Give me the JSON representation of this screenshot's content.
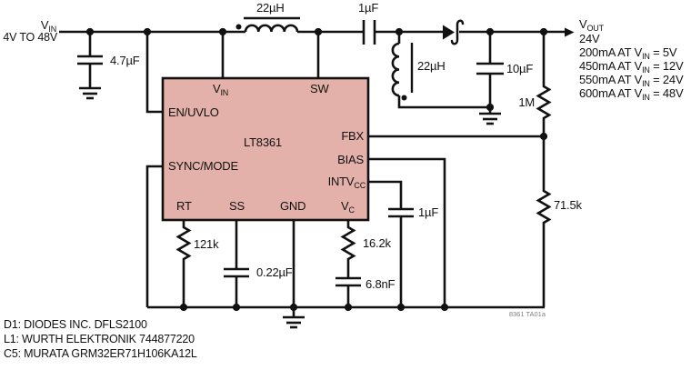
{
  "colors": {
    "ic_fill": "#e3b1a9",
    "wire": "#111111",
    "figure_text": "#808080"
  },
  "input": {
    "net": {
      "main": "V",
      "sub": "IN"
    },
    "range": "4V TO 48V"
  },
  "ic": {
    "name": "LT8361",
    "pins": {
      "vin": {
        "main": "V",
        "sub": "IN"
      },
      "sw": "SW",
      "en_uvlo": "EN/UVLO",
      "sync_mode": "SYNC/MODE",
      "fbx": "FBX",
      "bias": "BIAS",
      "intvcc": {
        "main": "INTV",
        "sub": "CC"
      },
      "rt": "RT",
      "ss": "SS",
      "gnd": "GND",
      "vc": {
        "main": "V",
        "sub": "C"
      }
    }
  },
  "components": {
    "input_cap": "4.7µF",
    "primary_inductor": "22µH",
    "coupling_cap": "1µF",
    "secondary_inductor": "22µH",
    "output_cap": "10µF",
    "fb_top_resistor": "1M",
    "fb_bottom_resistor": "71.5k",
    "rt_resistor": "121k",
    "ss_cap": "0.22µF",
    "vc_resistor": "16.2k",
    "vc_cap": "6.8nF",
    "intvcc_cap": "1µF"
  },
  "output": {
    "net": {
      "main": "V",
      "sub": "OUT"
    },
    "voltage": "24V",
    "specs": [
      {
        "pre": "200mA AT V",
        "sub": "IN",
        "post": " = 5V"
      },
      {
        "pre": "450mA AT V",
        "sub": "IN",
        "post": " = 12V"
      },
      {
        "pre": "550mA AT V",
        "sub": "IN",
        "post": " = 24V"
      },
      {
        "pre": "600mA AT V",
        "sub": "IN",
        "post": " = 48V"
      }
    ]
  },
  "notes": [
    "D1: DIODES INC. DFLS2100",
    "L1: WURTH ELEKTRONIK 744877220",
    "C5: MURATA GRM32ER71H106KA12L"
  ],
  "figure_id": "8361 TA01a"
}
